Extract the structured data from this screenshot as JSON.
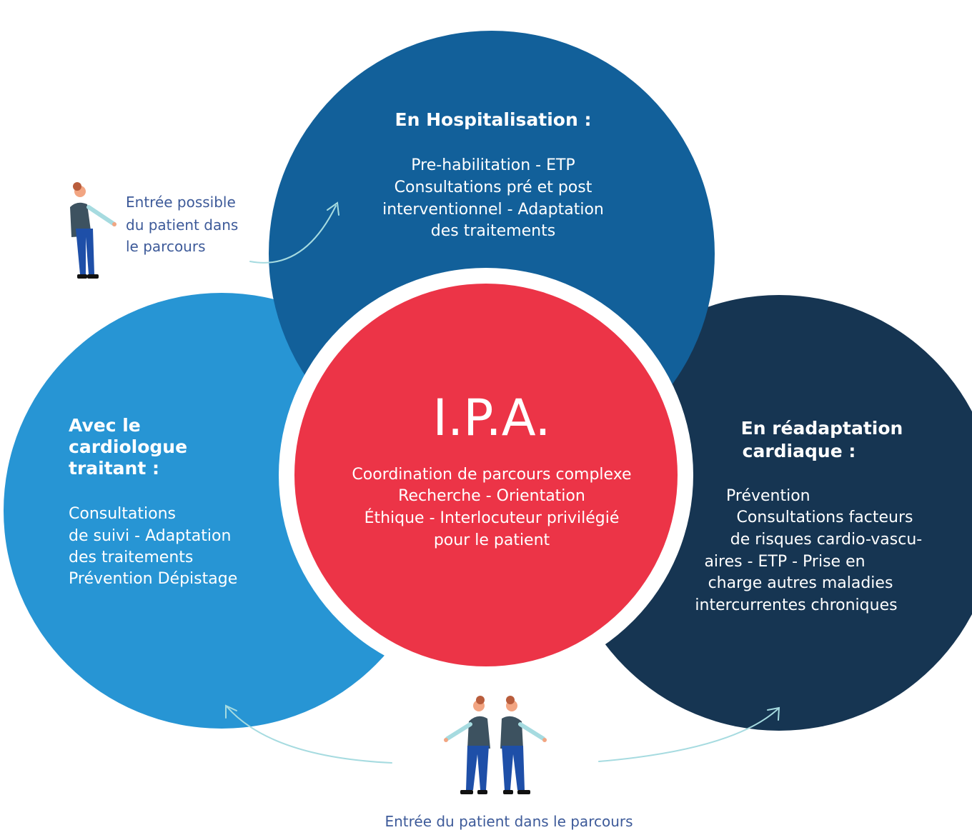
{
  "colors": {
    "top": "#12609a",
    "left": "#2795d4",
    "right": "#163552",
    "center": "#ec3447",
    "arrow": "#a6dbe0",
    "note": "#3d5a99"
  },
  "hospitalisation": {
    "title": "En Hospitalisation :",
    "lines": [
      "Pre-habilitation - ETP",
      "Consultations pré et post",
      "interventionnel - Adaptation",
      "des traitements"
    ]
  },
  "cardiologue": {
    "title_lines": [
      "Avec le",
      "cardiologue",
      "traitant :"
    ],
    "lines": [
      "Consultations",
      "de suivi - Adaptation",
      "des traitements",
      "Prévention Dépistage"
    ]
  },
  "readaptation": {
    "title_lines": [
      "En réadaptation",
      "cardiaque :"
    ],
    "lines": [
      "Prévention",
      "Consultations  facteurs",
      "de risques cardio-vascu-",
      "aires - ETP - Prise en",
      "charge autres maladies",
      "intercurrentes chroniques"
    ]
  },
  "ipa": {
    "title": "I.P.A.",
    "lines": [
      "Coordination de parcours complexe",
      "Recherche - Orientation",
      "Éthique - Interlocuteur privilégié",
      "pour le patient"
    ]
  },
  "entry_possible": {
    "lines": [
      "Entrée possible",
      "du patient dans",
      "le parcours"
    ],
    "icon": "person-pointing-icon"
  },
  "entry_main": {
    "label": "Entrée du patient dans le parcours",
    "icon": "two-persons-pointing-icon"
  }
}
